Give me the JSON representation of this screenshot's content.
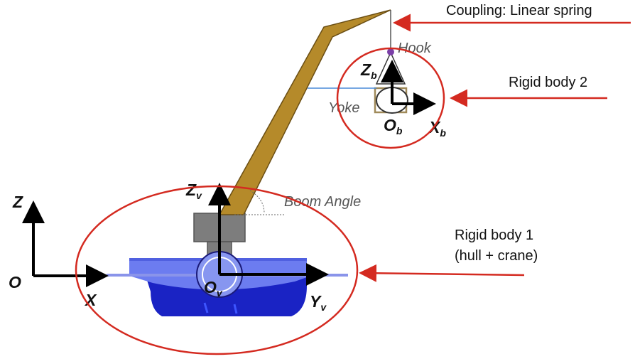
{
  "annotations": {
    "coupling": "Coupling: Linear spring",
    "rigid_body_2": "Rigid body 2",
    "rigid_body_1_line1": "Rigid body 1",
    "rigid_body_1_line2": "(hull + crane)"
  },
  "labels": {
    "hook": "Hook",
    "yoke": "Yoke",
    "boom_angle": "Boom Angle"
  },
  "axes": {
    "global_z": "Z",
    "global_origin": "O",
    "global_x": "X",
    "vessel_z": "Z",
    "vessel_z_sub": "v",
    "vessel_origin": "O",
    "vessel_origin_sub": "v",
    "vessel_y": "Y",
    "vessel_y_sub": "v",
    "body_z": "Z",
    "body_z_sub": "b",
    "body_origin": "O",
    "body_origin_sub": "b",
    "body_x": "X",
    "body_x_sub": "b"
  },
  "colors": {
    "annotation_red": "#d42a20",
    "boom": "#b58a2a",
    "hull_light": "#6c7cf0",
    "hull_dark": "#1a23c4",
    "pedestal": "#7d7d7d",
    "yoke_frame": "#a08a5a",
    "link_line": "#4a8ad8",
    "hook_dot": "#7b3fa8"
  }
}
